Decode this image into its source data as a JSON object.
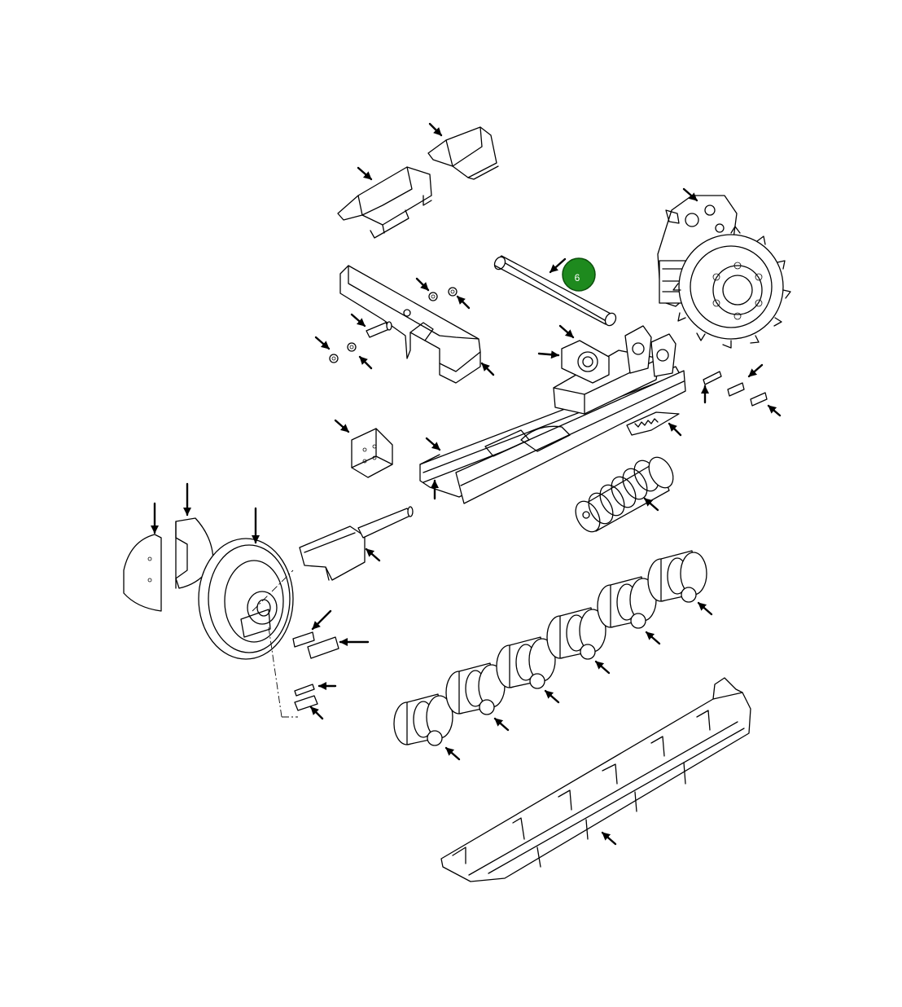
{
  "callout": {
    "label": "6",
    "fill": "#1e8a1e",
    "stroke": "#0b4d0b"
  },
  "figure": {
    "line_color": "#000000",
    "background": "#ffffff"
  },
  "parts": [
    "track-shield-left",
    "track-shield-right",
    "final-drive-sprocket",
    "equalizer-bar",
    "pivot-shaft",
    "pivot-bracket",
    "track-frame",
    "recoil-spring",
    "idler-wheel",
    "idler-guard",
    "idler-yoke",
    "track-rollers",
    "rock-guard"
  ]
}
